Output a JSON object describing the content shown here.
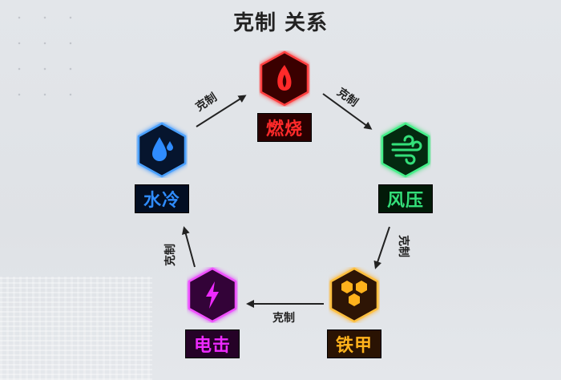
{
  "title": "克制 关系",
  "relation_label": "克制",
  "nodes": [
    {
      "id": "fire",
      "label": "燃烧",
      "icon": "flame-icon",
      "color": "#ff2a2a",
      "bg": "#2a0000"
    },
    {
      "id": "wind",
      "label": "风压",
      "icon": "wind-icon",
      "color": "#34e07a",
      "bg": "#021a08"
    },
    {
      "id": "armor",
      "label": "铁甲",
      "icon": "honeycomb-icon",
      "color": "#ffb21c",
      "bg": "#2a1303"
    },
    {
      "id": "electric",
      "label": "电击",
      "icon": "lightning-icon",
      "color": "#ee2aff",
      "bg": "#250227"
    },
    {
      "id": "water",
      "label": "水冷",
      "icon": "water-drop-icon",
      "color": "#2f8cff",
      "bg": "#030e22"
    }
  ],
  "edges": [
    {
      "from": "water",
      "to": "fire",
      "label": "克制"
    },
    {
      "from": "fire",
      "to": "wind",
      "label": "克制"
    },
    {
      "from": "wind",
      "to": "armor",
      "label": "克制"
    },
    {
      "from": "armor",
      "to": "electric",
      "label": "克制"
    },
    {
      "from": "electric",
      "to": "water",
      "label": "克制"
    }
  ]
}
